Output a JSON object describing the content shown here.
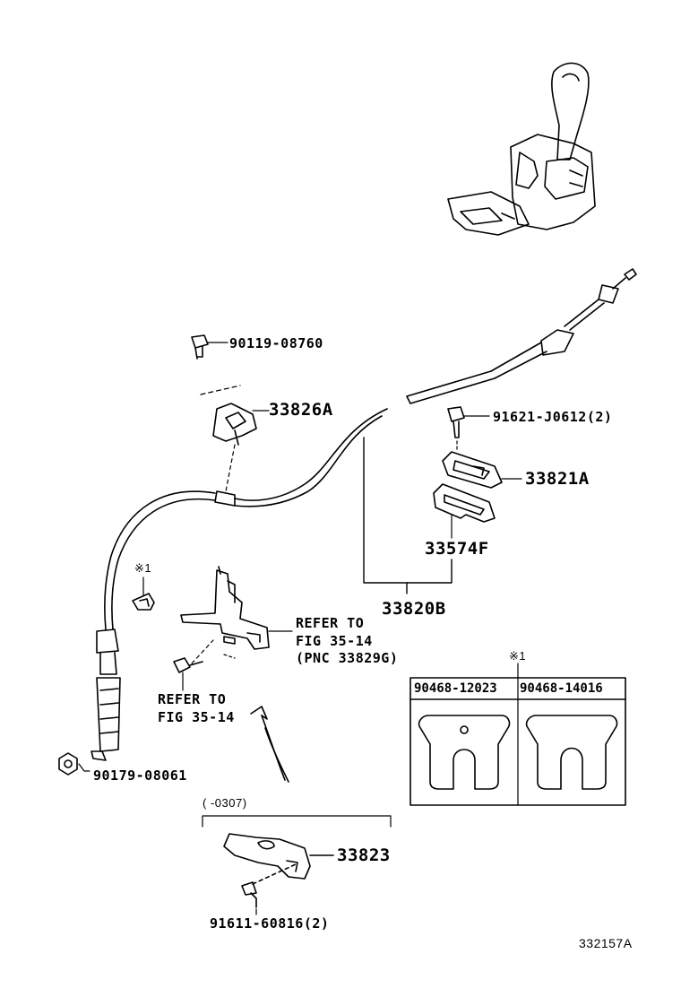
{
  "labels": {
    "p_90119": "90119-08760",
    "p_33826A": "33826A",
    "p_91621": "91621-J0612(2)",
    "p_33821A": "33821A",
    "p_33574F": "33574F",
    "p_33820B": "33820B",
    "refer1_l1": "REFER TO",
    "refer1_l2": "FIG 35-14",
    "refer1_l3": "(PNC 33829G)",
    "refer2_l1": "REFER TO",
    "refer2_l2": "FIG 35-14",
    "p_90179": "90179-08061",
    "note_mark_left": "※1",
    "note_mark_table": "※1",
    "date_range": "(     -0307)",
    "p_33823": "33823",
    "p_91611": "91611-60816(2)",
    "figure_id": "332157A"
  },
  "table": {
    "col1": "90468-12023",
    "col2": "90468-14016"
  }
}
